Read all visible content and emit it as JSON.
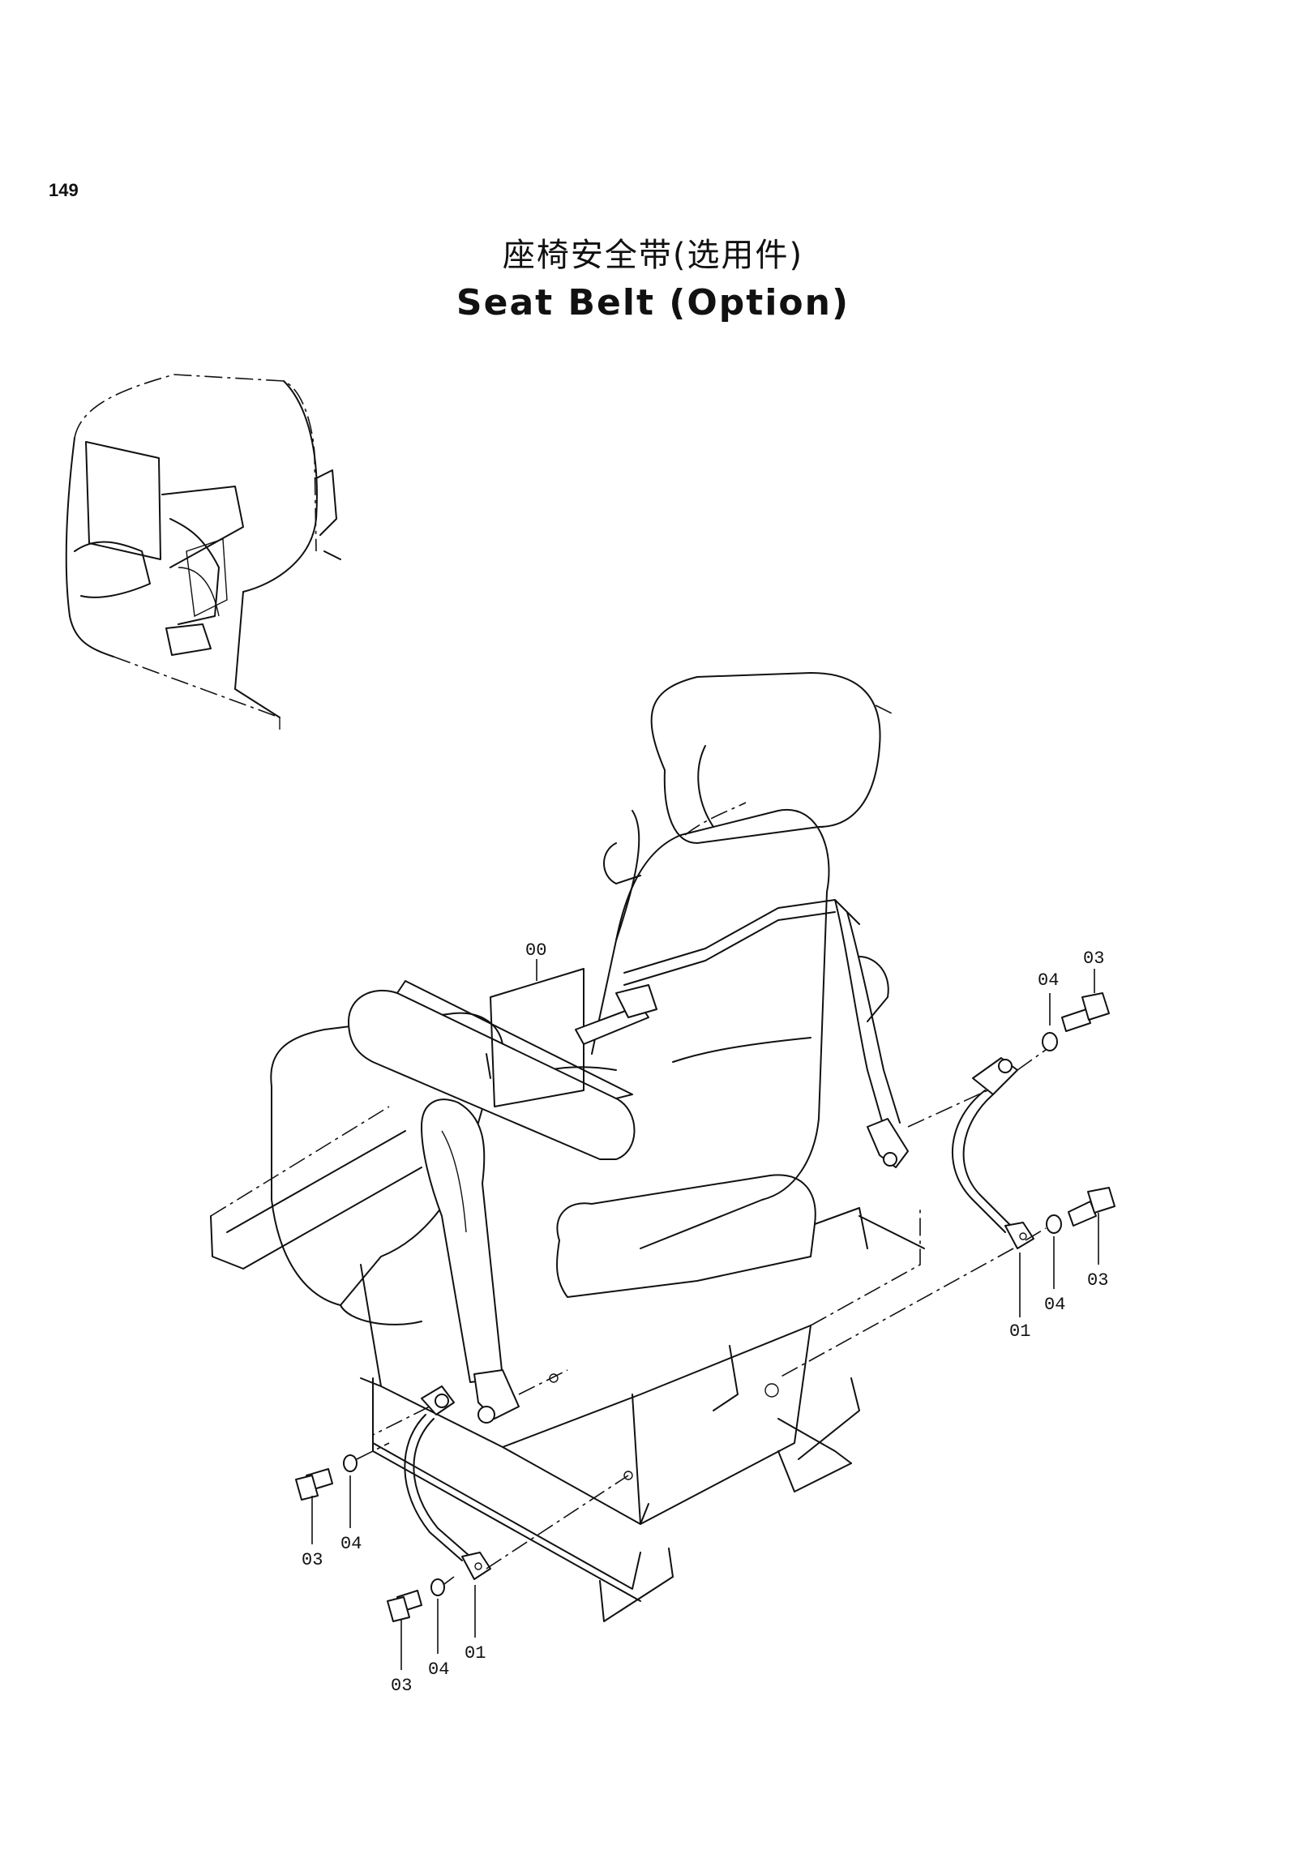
{
  "page": {
    "number": "149",
    "title_cn": "座椅安全带(选用件)",
    "title_en": "Seat Belt (Option)"
  },
  "part_labels": {
    "assembly": "00",
    "upper_right_bolt": "03",
    "upper_right_washer": "04",
    "right_cable": "01",
    "right_washer_lower": "04",
    "right_bolt_lower": "03",
    "left_bolt_upper": "03",
    "left_washer_upper": "04",
    "left_cable": "01",
    "left_washer_lower": "04",
    "left_bolt_lower": "03"
  }
}
